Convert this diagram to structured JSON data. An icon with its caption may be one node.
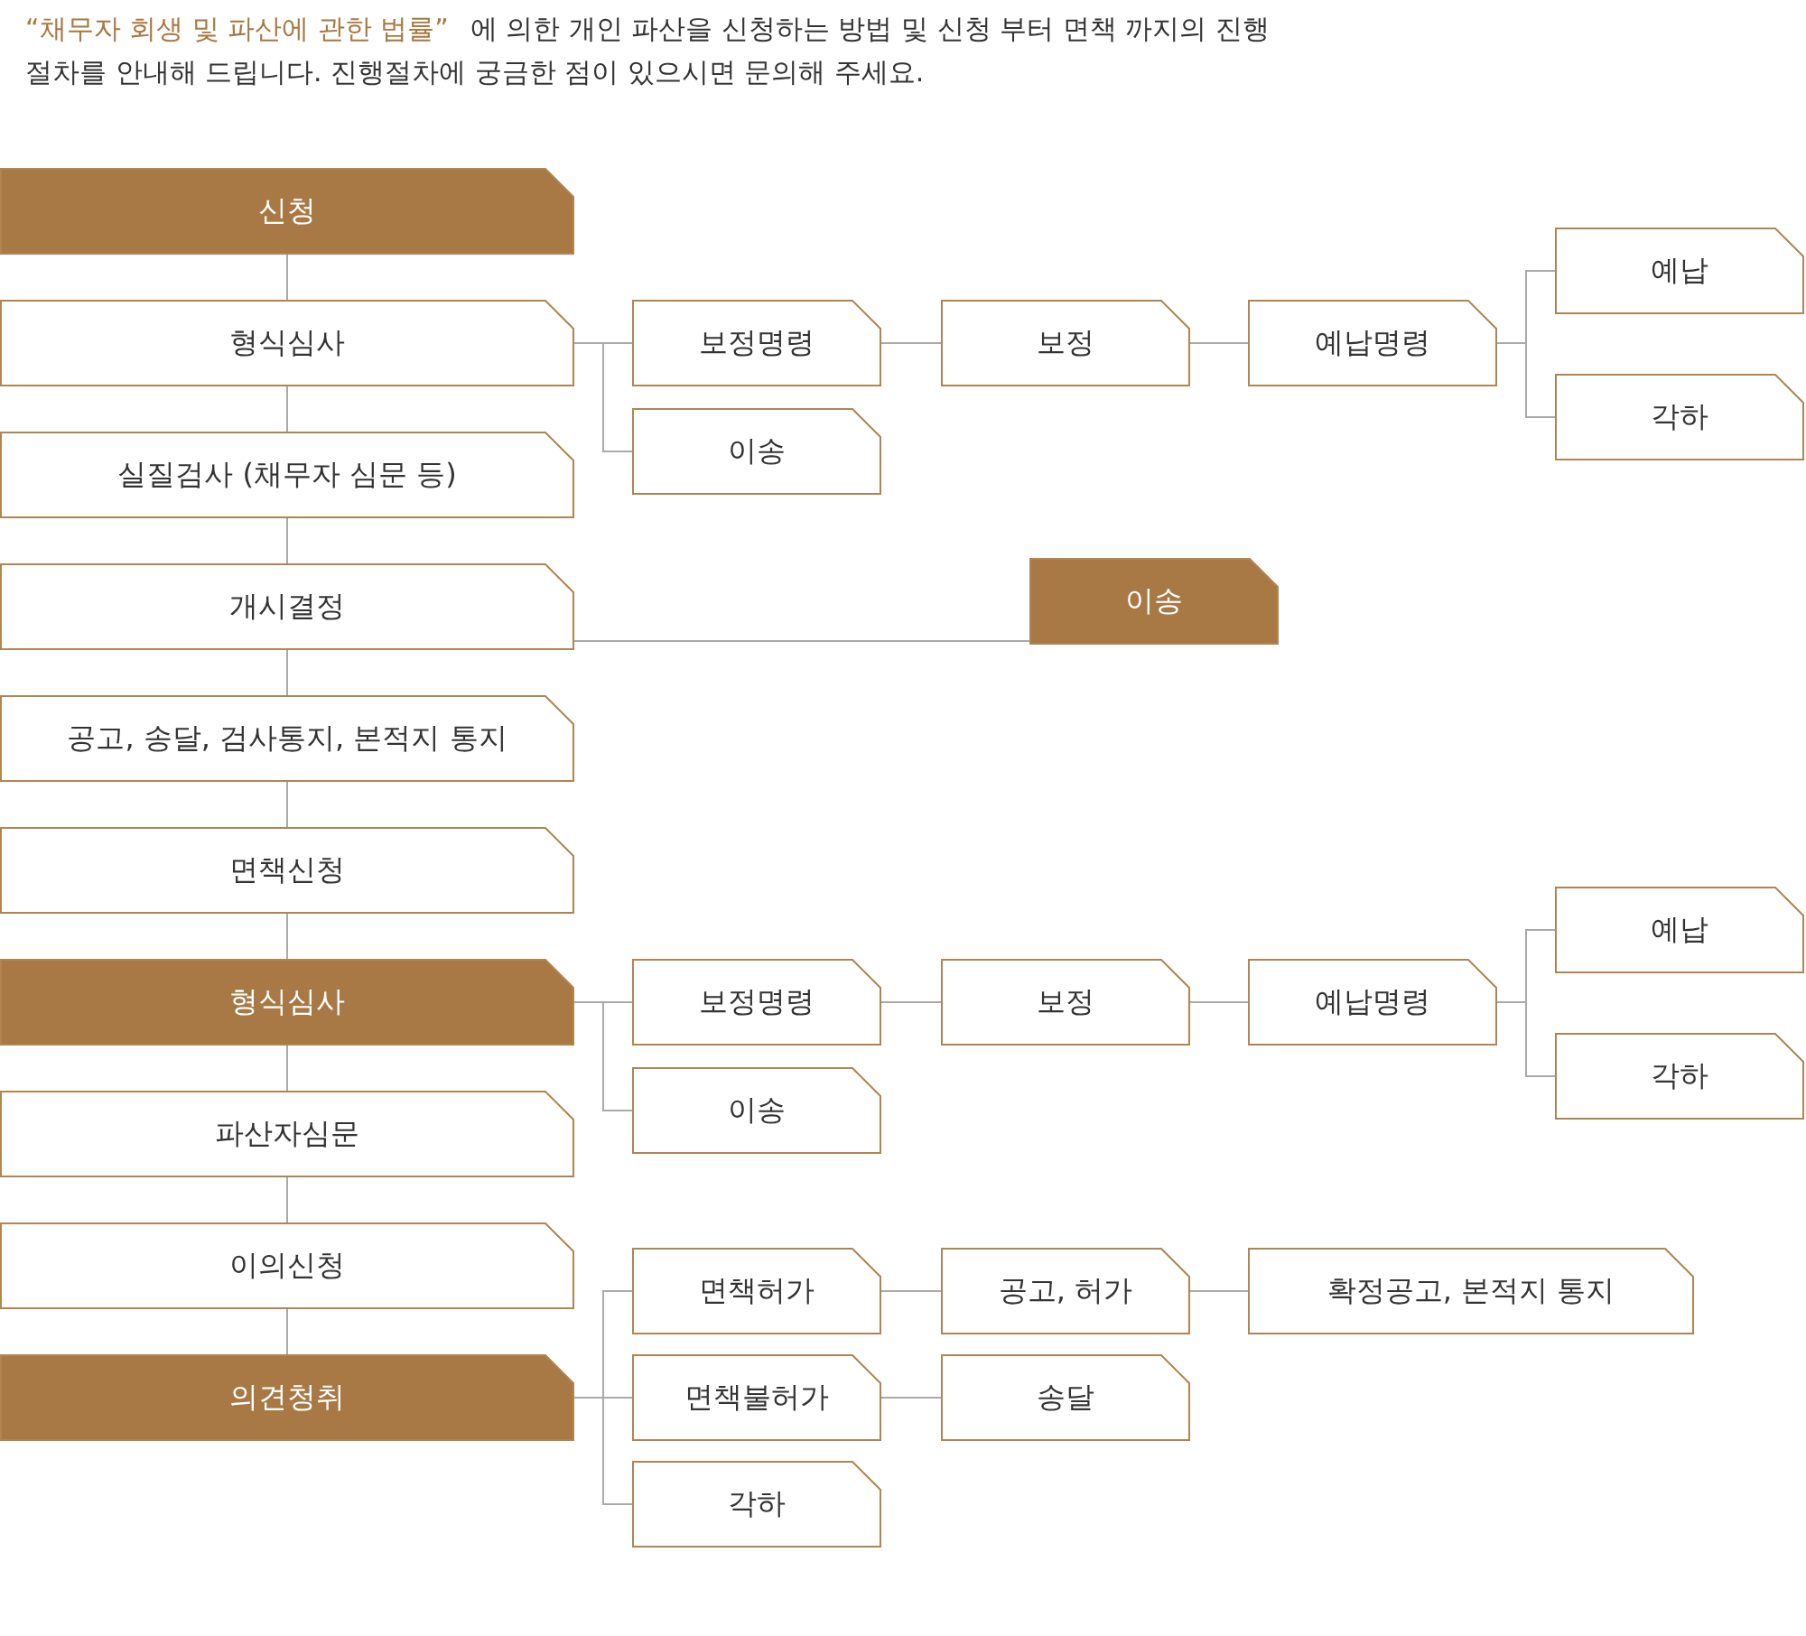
{
  "diagram": {
    "title": "“채무자 회생 및 파산에 관한 법률”",
    "caption": "에 의한 개인 파산을 신청하는 방법 및 신청 부터 면책 까지의 진행절차를 안내해 드립니다. 진행절차에 궁금한 점이 있으시면 문의해 주세요.",
    "nodes": [
      {
        "text": [
          "신청"
        ]
      },
      {
        "text": [
          "형식심사"
        ]
      },
      {
        "text": [
          "실질검사 (채무자 심문 등)"
        ]
      },
      {
        "text": [
          "개시결정"
        ]
      },
      {
        "text": [
          "공고, 송달, 검사통지, 본적지 통지"
        ]
      },
      {
        "text": [
          "면책신청"
        ]
      },
      {
        "text": [
          "형식심사"
        ]
      },
      {
        "text": [
          "파산자심문"
        ]
      },
      {
        "text": [
          "이의신청"
        ]
      },
      {
        "text": [
          "의견청취"
        ]
      },
      {
        "text": [
          "보정명령"
        ]
      },
      {
        "text": [
          "이송"
        ]
      },
      {
        "text": [
          "보정"
        ]
      },
      {
        "text": [
          "예납명령"
        ]
      },
      {
        "text": [
          "예납"
        ]
      },
      {
        "text": [
          "각하"
        ]
      },
      {
        "text": [
          "이송"
        ]
      },
      {
        "text": [
          "보정명령"
        ]
      },
      {
        "text": [
          "이송"
        ]
      },
      {
        "text": [
          "보정"
        ]
      },
      {
        "text": [
          "예납명령"
        ]
      },
      {
        "text": [
          "예납"
        ]
      },
      {
        "text": [
          "각하"
        ]
      },
      {
        "text": [
          "면책허가"
        ]
      },
      {
        "text": [
          "공고, 허가"
        ]
      },
      {
        "text": [
          "확정공고, 본적지 통지"
        ]
      },
      {
        "text": [
          "면책불허가"
        ]
      },
      {
        "text": [
          "송달"
        ]
      },
      {
        "text": [
          "각하"
        ]
      }
    ],
    "edges": [
      {
        "from": 0,
        "to": 1,
        "arrow": "none"
      },
      {
        "from": 1,
        "to": 2,
        "arrow": "none"
      },
      {
        "from": 2,
        "to": 3,
        "arrow": "none"
      },
      {
        "from": 3,
        "to": 4,
        "arrow": "none"
      },
      {
        "from": 4,
        "to": 5,
        "arrow": "none"
      },
      {
        "from": 5,
        "to": 6,
        "arrow": "none"
      },
      {
        "from": 6,
        "to": 7,
        "arrow": "none"
      },
      {
        "from": 7,
        "to": 8,
        "arrow": "none"
      },
      {
        "from": 8,
        "to": 9,
        "arrow": "none"
      },
      {
        "from": 1,
        "to": 10,
        "arrow": "none"
      },
      {
        "from": 1,
        "to": 11,
        "arrow": "none"
      },
      {
        "from": 10,
        "to": 12,
        "arrow": "none"
      },
      {
        "from": 12,
        "to": 13,
        "arrow": "none"
      },
      {
        "from": 13,
        "to": 14,
        "arrow": "none"
      },
      {
        "from": 13,
        "to": 15,
        "arrow": "none"
      },
      {
        "from": 3,
        "to": 16,
        "arrow": "none"
      },
      {
        "from": 6,
        "to": 17,
        "arrow": "none"
      },
      {
        "from": 6,
        "to": 18,
        "arrow": "none"
      },
      {
        "from": 17,
        "to": 19,
        "arrow": "none"
      },
      {
        "from": 19,
        "to": 20,
        "arrow": "none"
      },
      {
        "from": 20,
        "to": 21,
        "arrow": "none"
      },
      {
        "from": 20,
        "to": 22,
        "arrow": "none"
      },
      {
        "from": 9,
        "to": 23,
        "arrow": "none"
      },
      {
        "from": 9,
        "to": 26,
        "arrow": "none"
      },
      {
        "from": 9,
        "to": 28,
        "arrow": "none"
      },
      {
        "from": 23,
        "to": 24,
        "arrow": "none"
      },
      {
        "from": 24,
        "to": 25,
        "arrow": "none"
      },
      {
        "from": 26,
        "to": 27,
        "arrow": "none"
      }
    ]
  }
}
